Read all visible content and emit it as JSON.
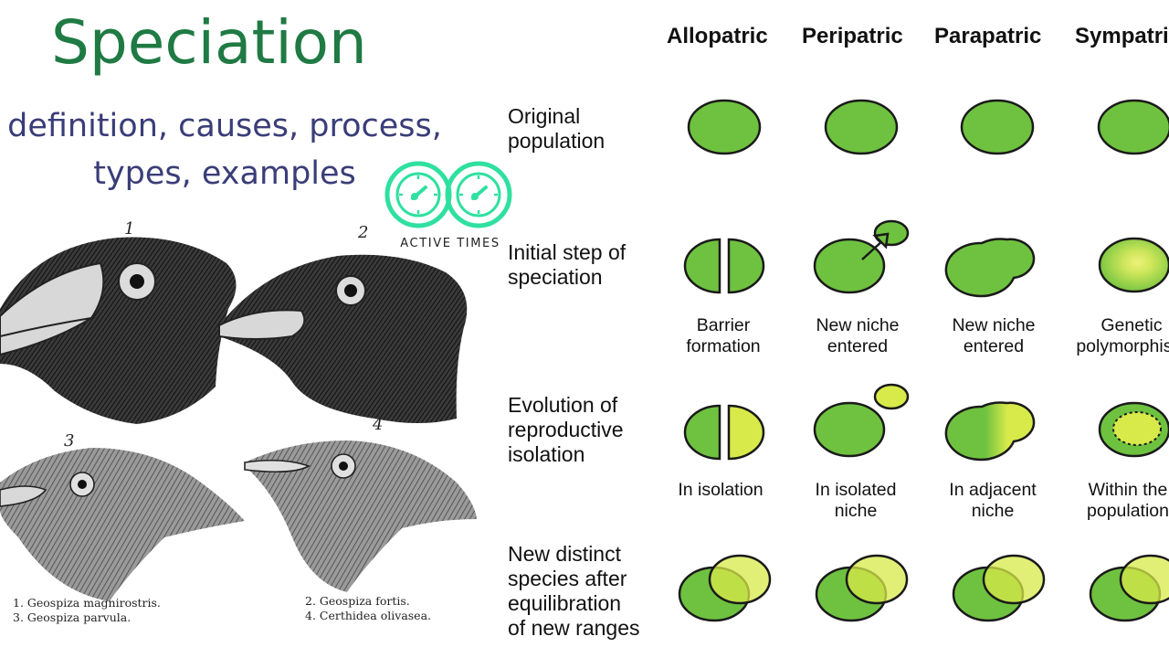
{
  "header": {
    "title": "Speciation",
    "subtitle_line1": "definition, causes, process,",
    "subtitle_line2": "types, examples"
  },
  "logo": {
    "text": "ACTIVE TIMES",
    "icon": "double-gauge-icon",
    "color": "#2fe0a0"
  },
  "birds": {
    "numbers": [
      "1",
      "2",
      "3",
      "4"
    ],
    "captions": {
      "left_1": "1.  Geospiza magnirostris.",
      "left_2": "3.  Geospiza parvula.",
      "right_1": "2.  Geospiza fortis.",
      "right_2": "4.  Certhidea olivasea."
    }
  },
  "diagram": {
    "columns": [
      "Allopatric",
      "Peripatric",
      "Parapatric",
      "Sympatric"
    ],
    "rows": {
      "original": "Original\npopulation",
      "initial": "Initial step of\nspeciation",
      "evolution": "Evolution of\nreproductive\nisolation",
      "new_species": "New distinct\nspecies after\nequilibration\nof new ranges"
    },
    "initial_labels": [
      "Barrier\nformation",
      "New niche\nentered",
      "New niche\nentered",
      "Genetic\npolymorphism"
    ],
    "evolution_labels": [
      "In isolation",
      "In isolated\nniche",
      "In adjacent\nniche",
      "Within the\npopulation"
    ],
    "colors": {
      "green": "#6fc23f",
      "yellow": "#d8ea4a",
      "outline": "#1a1a1a"
    }
  }
}
